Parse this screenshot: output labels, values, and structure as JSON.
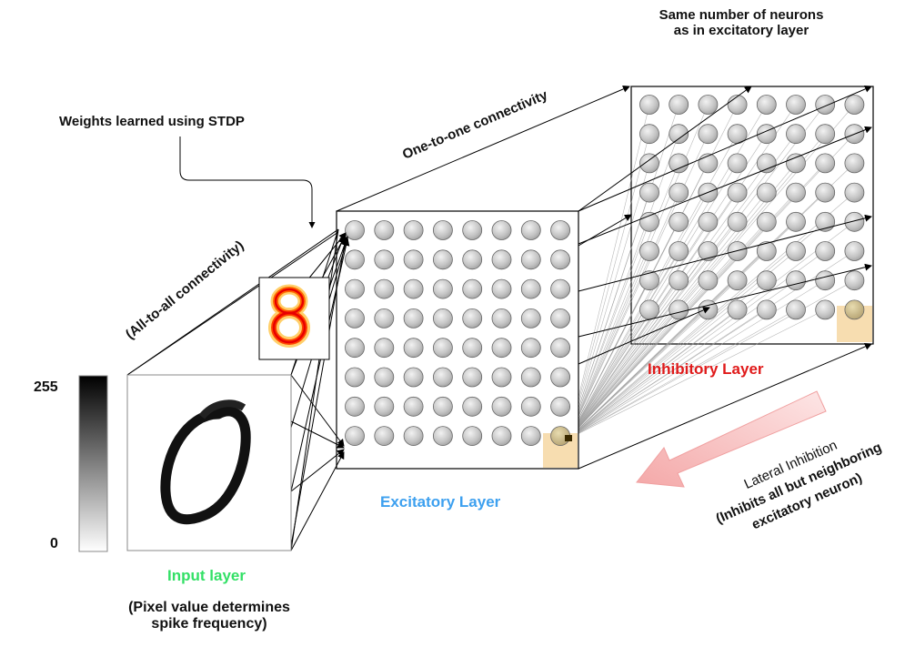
{
  "labels": {
    "stdp": "Weights learned using STDP",
    "one_to_one": "One-to-one connectivity",
    "all_to_all": "(All-to-all connectivity)",
    "same_number_line1": "Same number of neurons",
    "same_number_line2": "as in excitatory layer",
    "inhibitory_layer": "Inhibitory Layer",
    "excitatory_layer": "Excitatory Layer",
    "input_layer": "Input layer",
    "pixel_line1": "(Pixel value determines",
    "pixel_line2": "spike frequency)",
    "lateral_line1": "Lateral Inhibition",
    "lateral_line2": "(Inhibits all but neighboring",
    "lateral_line3": "excitatory neuron)",
    "scale_max": "255",
    "scale_min": "0"
  },
  "colors": {
    "input_label": "#33e066",
    "excitatory_label": "#3da0ef",
    "inhibitory_label": "#e01a1a",
    "neuron_fill": "#c9c9c9",
    "highlight": "#f7ddb0",
    "arrow_fill": "#f9c2c2"
  },
  "layers": {
    "excitatory_grid": {
      "rows": 8,
      "cols": 8
    },
    "inhibitory_grid": {
      "rows": 8,
      "cols": 8
    }
  },
  "icons": {
    "input_digit": "handwritten-zero",
    "receptive_field_digit": "heatmap-eight",
    "scale": "grayscale-colorbar"
  }
}
